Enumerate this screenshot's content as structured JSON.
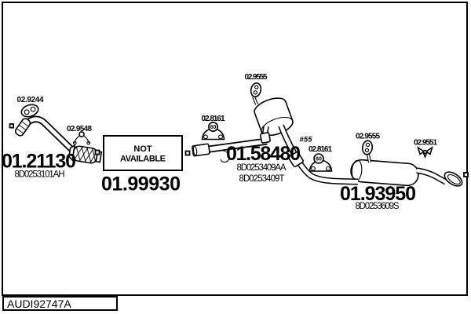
{
  "drawing": {
    "code": "AUDI92747A"
  },
  "not_available": {
    "line1": "NOT",
    "line2": "AVAILABLE"
  },
  "parts": {
    "front_pipe": {
      "number": "01.21130",
      "oem": "8D0253101AH"
    },
    "unavailable": {
      "number": "01.99930"
    },
    "center_muffler": {
      "number": "01.58480",
      "oem1": "8D0253409AA",
      "oem2": "8D0253409T",
      "diameter_note": "#55"
    },
    "rear_muffler": {
      "number": "01.93950",
      "oem": "8D0253609S"
    }
  },
  "fittings": {
    "gasket": {
      "label": "02.9244"
    },
    "bracket_front": {
      "label": "02.9548"
    },
    "clamp_front": {
      "label": "02.8161",
      "badge": "60"
    },
    "hanger_center": {
      "label": "02.9555"
    },
    "clamp_rear": {
      "label": "02.8161",
      "badge": "60"
    },
    "hanger_rear": {
      "label": "02.9555"
    },
    "bracket_rear": {
      "label": "02.9551"
    }
  }
}
